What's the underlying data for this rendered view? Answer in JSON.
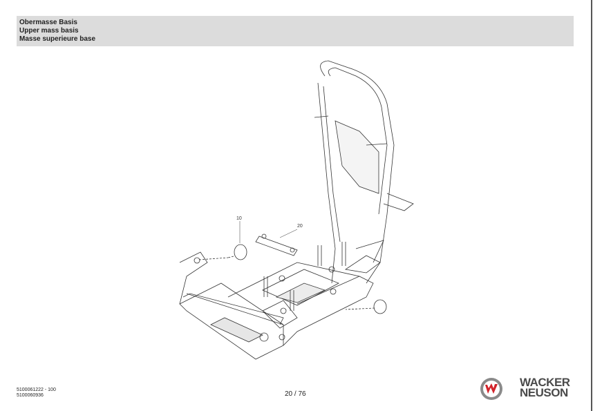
{
  "header": {
    "title_de": "Obermasse Basis",
    "title_en": "Upper mass basis",
    "title_fr": "Masse superieure base"
  },
  "drawing": {
    "callouts": [
      "10",
      "20"
    ]
  },
  "footer": {
    "doc_number": "5100061222 - 100",
    "doc_number_2": "5100060936",
    "page": "20 / 76",
    "brand_line1": "WACKER",
    "brand_line2": "NEUSON",
    "brand_color": "#d2232a"
  }
}
